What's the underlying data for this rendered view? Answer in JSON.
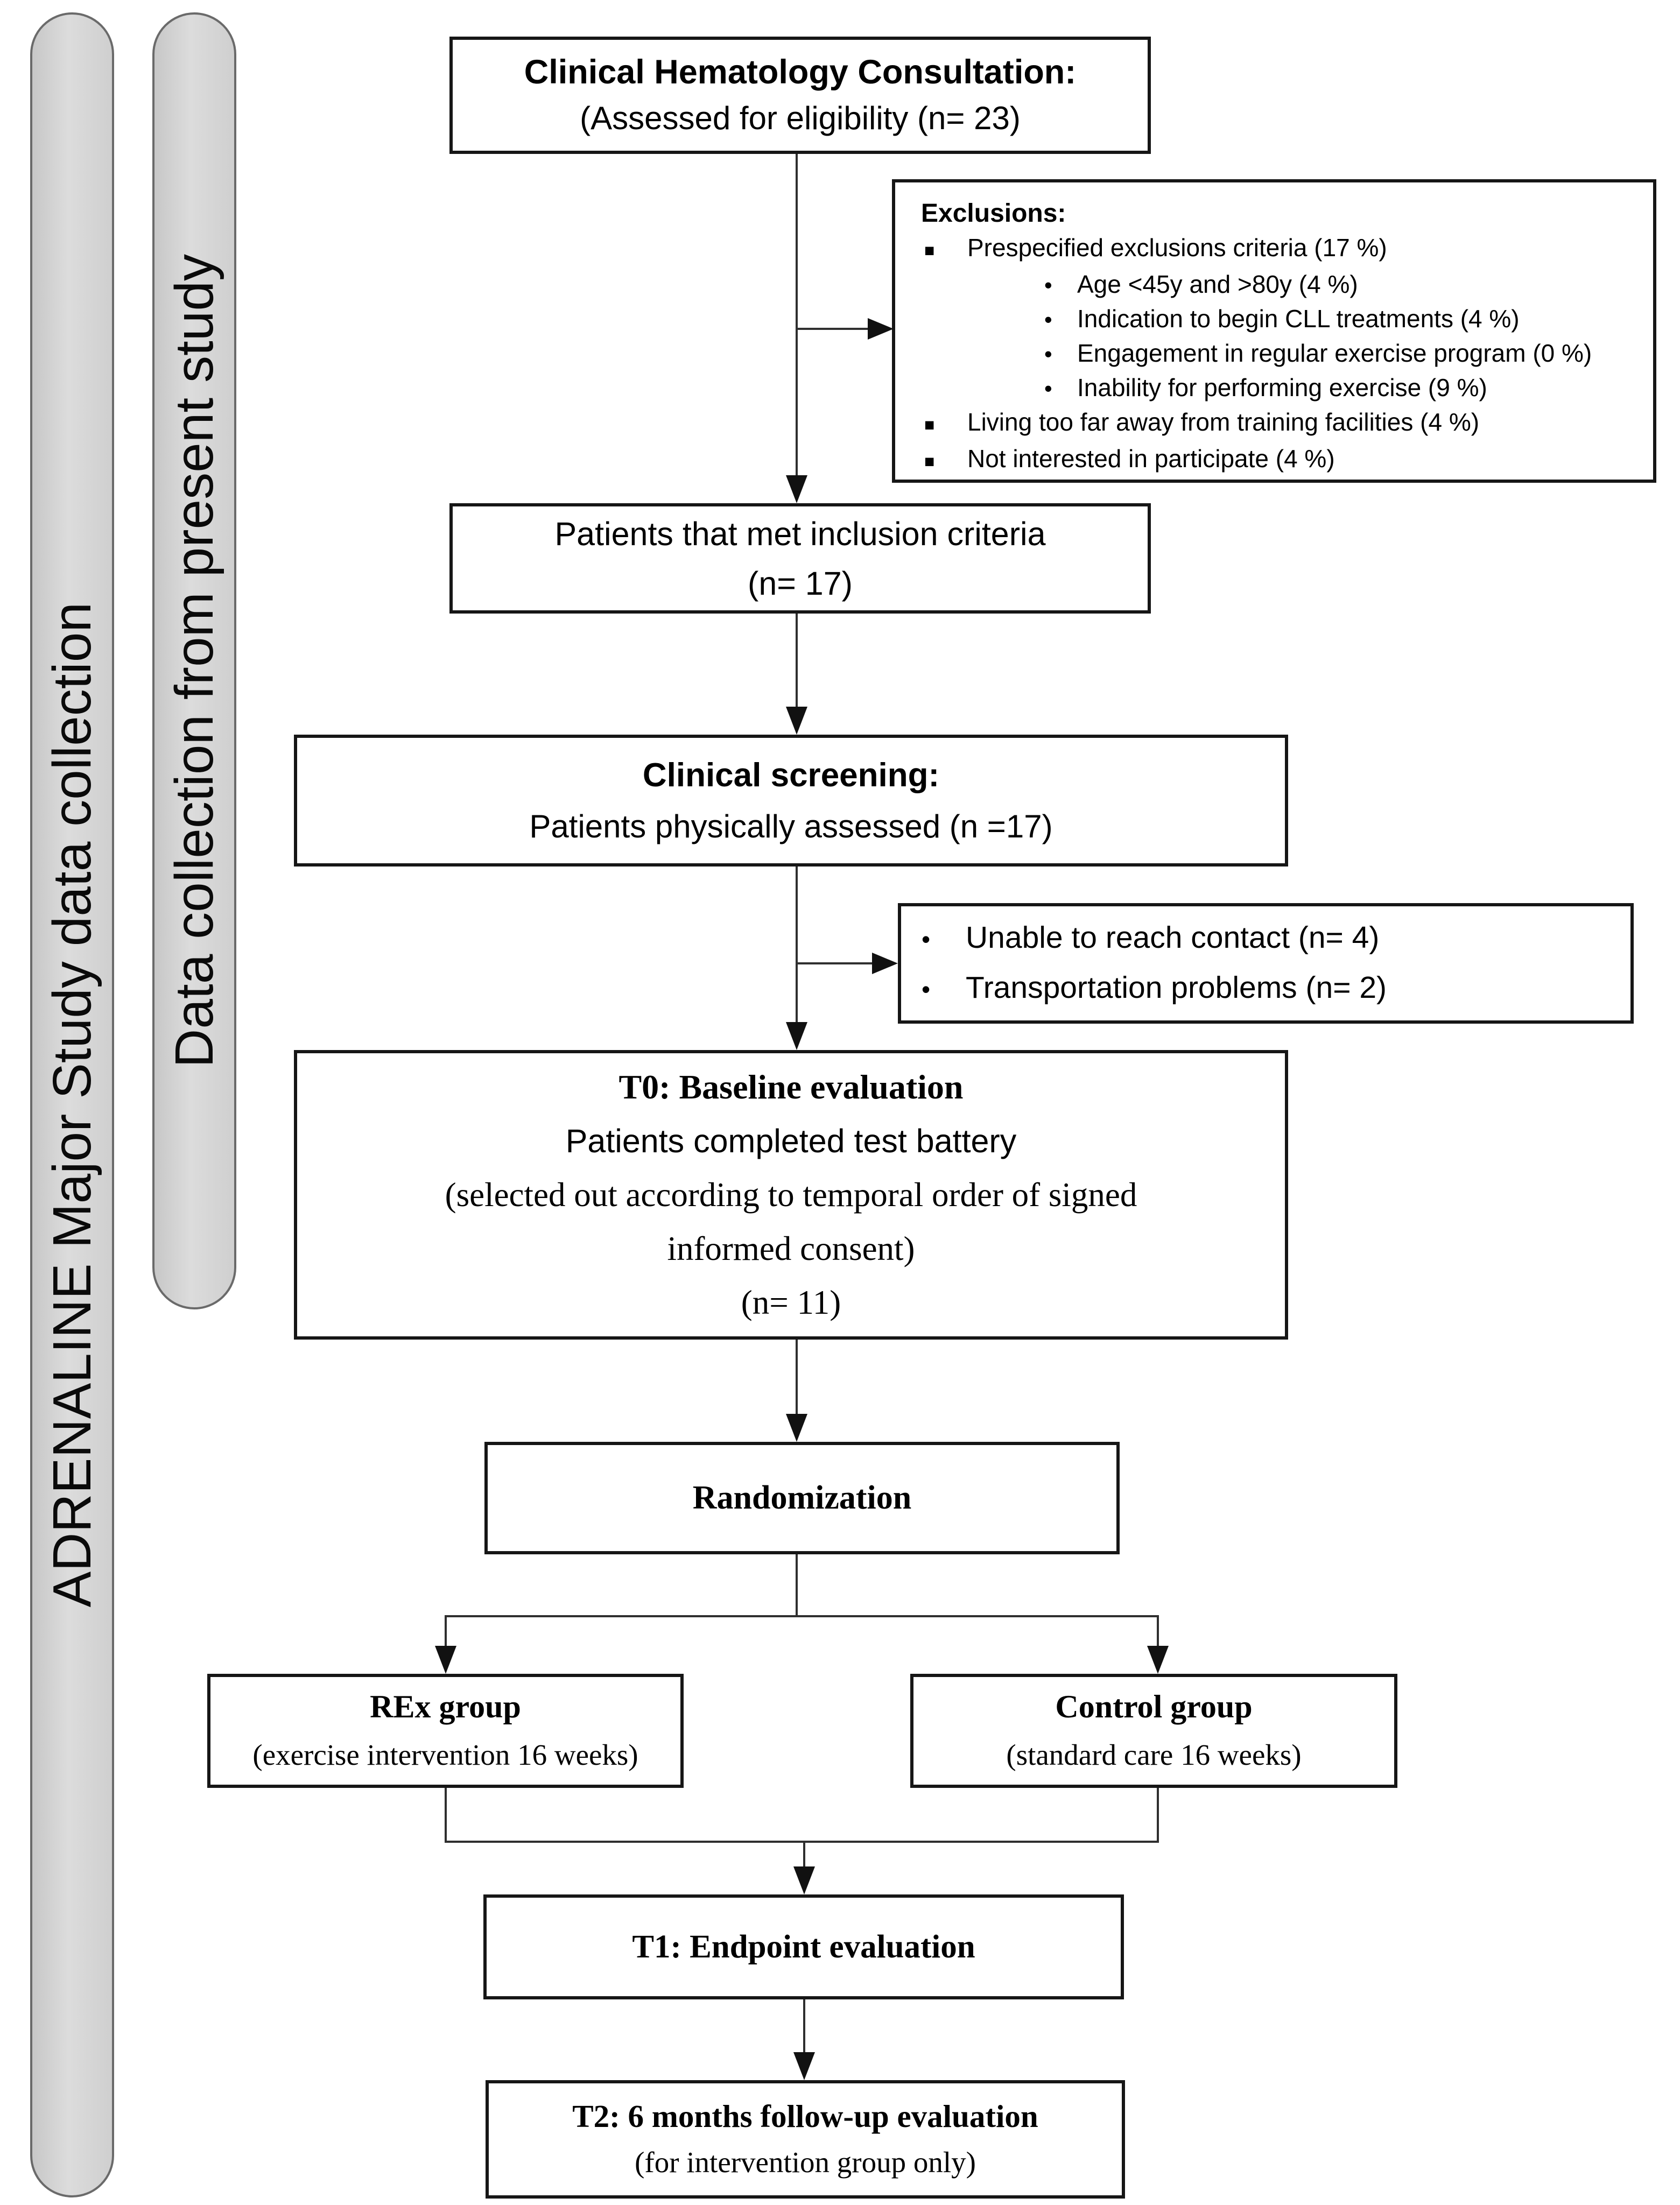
{
  "sidebars": {
    "major_study": {
      "label": "ADRENALINE Major Study data collection"
    },
    "present_study": {
      "label": "Data collection from present study"
    }
  },
  "flowchart": {
    "consultation": {
      "title": "Clinical Hematology Consultation:",
      "subtitle": "(Assessed for eligibility (n= 23)"
    },
    "exclusions": {
      "heading": "Exclusions:",
      "items": [
        {
          "level": 1,
          "text": "Prespecified exclusions criteria (17 %)"
        },
        {
          "level": 2,
          "text": "Age <45y and >80y (4 %)"
        },
        {
          "level": 2,
          "text": "Indication to begin CLL treatments (4 %)"
        },
        {
          "level": 2,
          "text": "Engagement in regular exercise program (0 %)"
        },
        {
          "level": 2,
          "text": "Inability for performing exercise (9 %)"
        },
        {
          "level": 1,
          "text": "Living too far away from training facilities (4 %)"
        },
        {
          "level": 1,
          "text": "Not interested in participate (4 %)"
        }
      ]
    },
    "inclusion": {
      "line1": "Patients that met inclusion criteria",
      "line2": "(n= 17)"
    },
    "screening": {
      "title": "Clinical screening:",
      "subtitle": "Patients physically assessed (n =17)"
    },
    "dropouts": {
      "items": [
        "Unable to reach contact (n= 4)",
        "Transportation problems (n= 2)"
      ]
    },
    "baseline": {
      "title": "T0: Baseline evaluation",
      "line2": "Patients completed test battery",
      "line3": "(selected out according to temporal order of signed",
      "line4": "informed consent)",
      "line5": "(n= 11)"
    },
    "randomization": {
      "title": "Randomization"
    },
    "rex_group": {
      "title": "REx group",
      "subtitle": "(exercise intervention 16 weeks)"
    },
    "control_group": {
      "title": "Control group",
      "subtitle": "(standard care 16 weeks)"
    },
    "endpoint": {
      "title": "T1: Endpoint evaluation"
    },
    "followup": {
      "title": "T2: 6 months follow-up evaluation",
      "subtitle": "(for intervention group only)"
    }
  },
  "colors": {
    "background": "#ffffff",
    "text": "#000000",
    "box_border": "#161616",
    "connector": "#2f2f2f",
    "bar_fill": "#d2d2d2",
    "bar_border": "#6a6a6a"
  }
}
